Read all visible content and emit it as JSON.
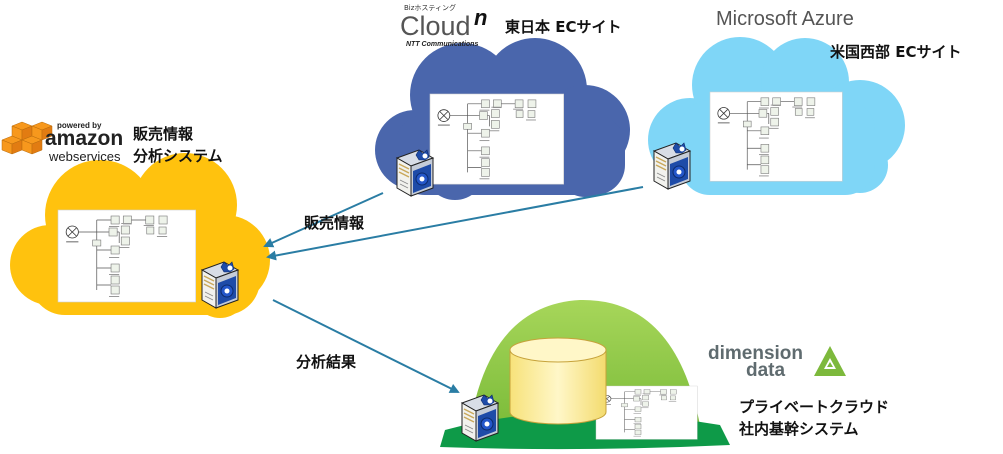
{
  "nodes": {
    "aws": {
      "logo": {
        "powered_by": "powered by",
        "brand": "amazon",
        "sub": "webservices"
      },
      "label_line1": "販売情報",
      "label_line2": "分析システム"
    },
    "cloudn": {
      "logo": {
        "biz": "Bizホスティング",
        "word": "Cloud",
        "suffix": "n",
        "company": "NTT Communications"
      },
      "label": "東日本 ECサイト"
    },
    "azure": {
      "logo": "Microsoft Azure",
      "label": "米国西部 ECサイト"
    },
    "dimension": {
      "logo_line1": "dimension",
      "logo_line2": "data",
      "label_line1": "プライベートクラウド",
      "label_line2": "社内基幹システム"
    }
  },
  "edges": {
    "sales_label": "販売情報",
    "analysis_label": "分析結果"
  },
  "colors": {
    "aws_cloud": "#FFC20E",
    "cloudn_cloud": "#4A66AC",
    "azure_cloud": "#7FD6F7",
    "private_dome": "#8CC63F",
    "private_ground": "#0E9A48",
    "arrow": "#2A7DA4",
    "amazon_orange": "#F7981D",
    "dd_green": "#7DB93C",
    "db_yellow": "#FFF2A8"
  },
  "icons": [
    "server-gear-icon",
    "database-icon",
    "workflow-screenshot",
    "amazon-cube-icon",
    "dimension-data-triangle-icon"
  ]
}
